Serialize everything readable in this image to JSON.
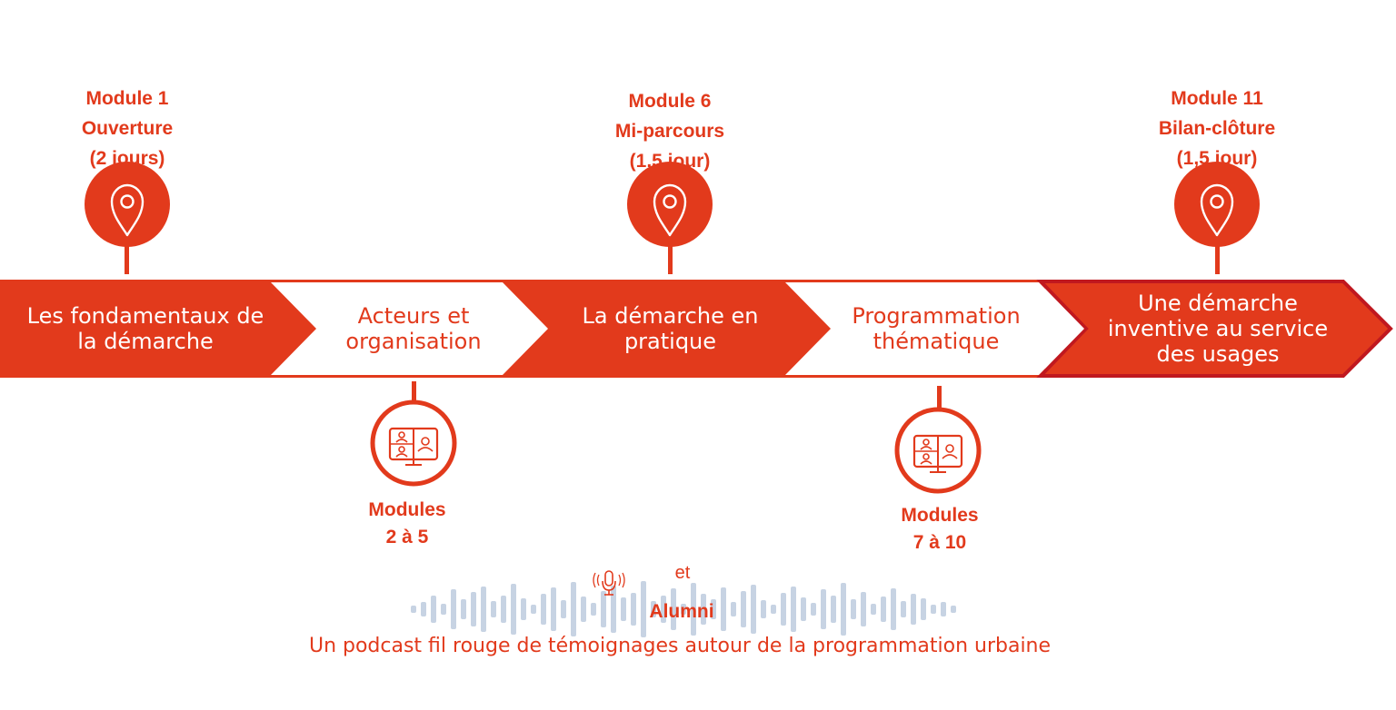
{
  "colors": {
    "accent": "#e23a1c",
    "accent_dark": "#c0181f",
    "white": "#ffffff",
    "wave": "#c7d3e3"
  },
  "milestones": [
    {
      "lines": [
        "Module 1",
        "Ouverture",
        "(2 jours)"
      ],
      "icon": "location-pin-icon"
    },
    {
      "lines": [
        "Module 6",
        "Mi-parcours",
        "(1,5 jour)"
      ],
      "icon": "location-pin-icon"
    },
    {
      "lines": [
        "Module 11",
        "Bilan-clôture",
        "(1,5 jour)"
      ],
      "icon": "location-pin-icon"
    }
  ],
  "steps": [
    {
      "lines": [
        "Les fondamentaux de",
        "la démarche"
      ]
    },
    {
      "lines": [
        "Acteurs et",
        "organisation"
      ]
    },
    {
      "lines": [
        "La démarche en",
        "pratique"
      ]
    },
    {
      "lines": [
        "Programmation",
        "thématique"
      ]
    },
    {
      "lines": [
        "Une démarche",
        "inventive au service",
        "des usages"
      ]
    }
  ],
  "online_groups": [
    {
      "lines": [
        "Modules",
        "2 à 5"
      ],
      "icon": "video-conference-icon"
    },
    {
      "lines": [
        "Modules",
        "7 à 10"
      ],
      "icon": "video-conference-icon"
    }
  ],
  "podcast": {
    "connector": "et",
    "title": "Alumni",
    "description": "Un podcast fil rouge de témoignages autour de la programmation urbaine",
    "icon": "microphone-icon"
  }
}
